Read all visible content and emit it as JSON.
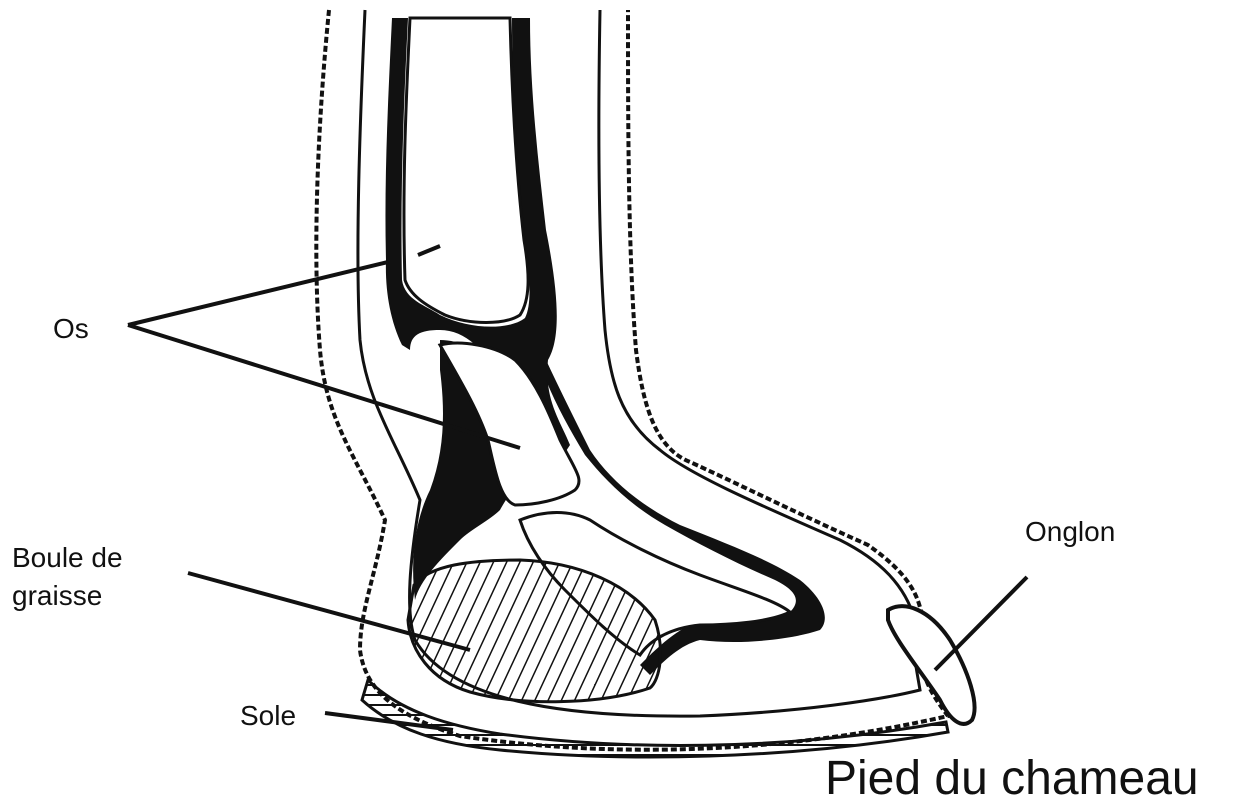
{
  "labels": {
    "bone": "Os",
    "fat_pad_line1": "Boule de",
    "fat_pad_line2": "graisse",
    "sole": "Sole",
    "nail": "Onglon"
  },
  "caption": "Pied du chameau",
  "colors": {
    "ink": "#111111",
    "background": "#ffffff"
  }
}
